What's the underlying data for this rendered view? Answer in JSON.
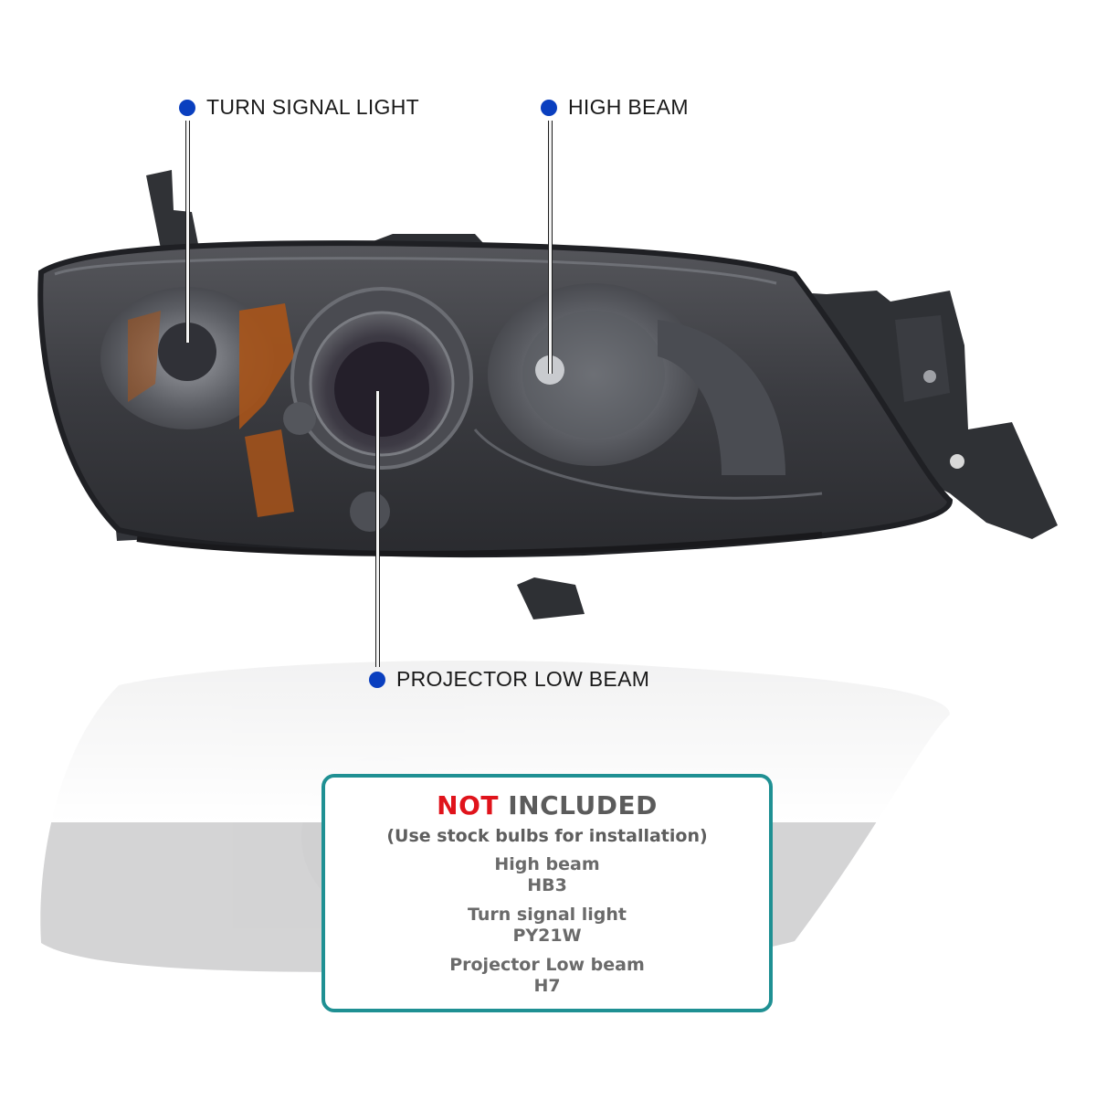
{
  "image": {
    "subject": "smoked-lens-projector-headlight",
    "colors": {
      "lens": "#3b3b3f",
      "amber": "#a8541a",
      "housing": "#2b2d31",
      "accent_dot": "#0a3fbf",
      "box_border": "#1f9093",
      "not_red": "#e0131b"
    }
  },
  "callouts": [
    {
      "label": "TURN SIGNAL LIGHT"
    },
    {
      "label": "HIGH BEAM"
    },
    {
      "label": "PROJECTOR LOW BEAM"
    }
  ],
  "info_box": {
    "title_emphasis": "NOT",
    "title_rest": "INCLUDED",
    "subtitle": "(Use stock bulbs for installation)",
    "bulbs": [
      {
        "name": "High beam",
        "type": "HB3"
      },
      {
        "name": "Turn signal light",
        "type": "PY21W"
      },
      {
        "name": "Projector Low beam",
        "type": "H7"
      }
    ]
  }
}
